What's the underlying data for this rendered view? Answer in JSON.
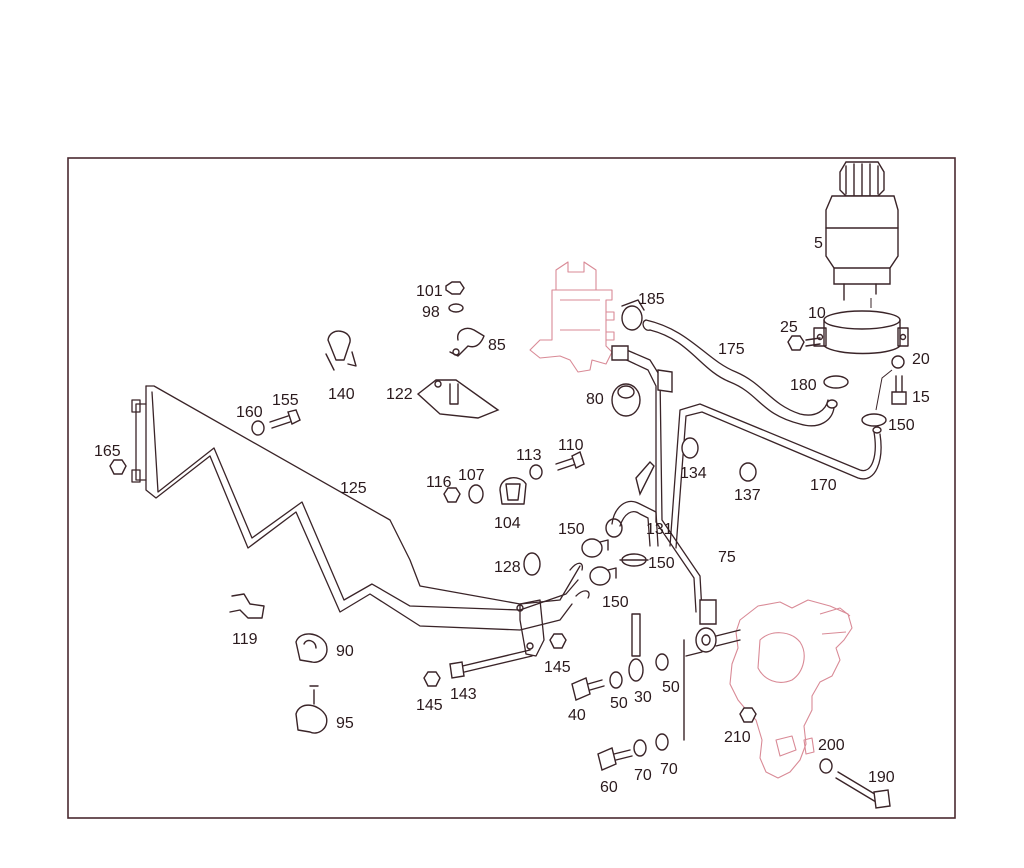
{
  "diagram": {
    "type": "exploded parts diagram",
    "accent_color": "#3a2428",
    "ghost_color": "#d98a96",
    "callouts": [
      {
        "id": "c5",
        "label": "5"
      },
      {
        "id": "c10",
        "label": "10"
      },
      {
        "id": "c15",
        "label": "15"
      },
      {
        "id": "c20",
        "label": "20"
      },
      {
        "id": "c25",
        "label": "25"
      },
      {
        "id": "c30",
        "label": "30"
      },
      {
        "id": "c40",
        "label": "40"
      },
      {
        "id": "c50a",
        "label": "50"
      },
      {
        "id": "c50b",
        "label": "50"
      },
      {
        "id": "c60",
        "label": "60"
      },
      {
        "id": "c70a",
        "label": "70"
      },
      {
        "id": "c70b",
        "label": "70"
      },
      {
        "id": "c75",
        "label": "75"
      },
      {
        "id": "c80",
        "label": "80"
      },
      {
        "id": "c85",
        "label": "85"
      },
      {
        "id": "c90",
        "label": "90"
      },
      {
        "id": "c95",
        "label": "95"
      },
      {
        "id": "c98",
        "label": "98"
      },
      {
        "id": "c101",
        "label": "101"
      },
      {
        "id": "c104",
        "label": "104"
      },
      {
        "id": "c107",
        "label": "107"
      },
      {
        "id": "c110",
        "label": "110"
      },
      {
        "id": "c113",
        "label": "113"
      },
      {
        "id": "c116",
        "label": "116"
      },
      {
        "id": "c119",
        "label": "119"
      },
      {
        "id": "c122",
        "label": "122"
      },
      {
        "id": "c125",
        "label": "125"
      },
      {
        "id": "c128",
        "label": "128"
      },
      {
        "id": "c131",
        "label": "131"
      },
      {
        "id": "c134",
        "label": "134"
      },
      {
        "id": "c137",
        "label": "137"
      },
      {
        "id": "c140",
        "label": "140"
      },
      {
        "id": "c143",
        "label": "143"
      },
      {
        "id": "c145a",
        "label": "145"
      },
      {
        "id": "c145b",
        "label": "145"
      },
      {
        "id": "c150a",
        "label": "150"
      },
      {
        "id": "c150b",
        "label": "150"
      },
      {
        "id": "c150c",
        "label": "150"
      },
      {
        "id": "c150d",
        "label": "150"
      },
      {
        "id": "c155",
        "label": "155"
      },
      {
        "id": "c160",
        "label": "160"
      },
      {
        "id": "c165",
        "label": "165"
      },
      {
        "id": "c170",
        "label": "170"
      },
      {
        "id": "c175",
        "label": "175"
      },
      {
        "id": "c180",
        "label": "180"
      },
      {
        "id": "c185",
        "label": "185"
      },
      {
        "id": "c190",
        "label": "190"
      },
      {
        "id": "c200",
        "label": "200"
      },
      {
        "id": "c210",
        "label": "210"
      }
    ]
  }
}
